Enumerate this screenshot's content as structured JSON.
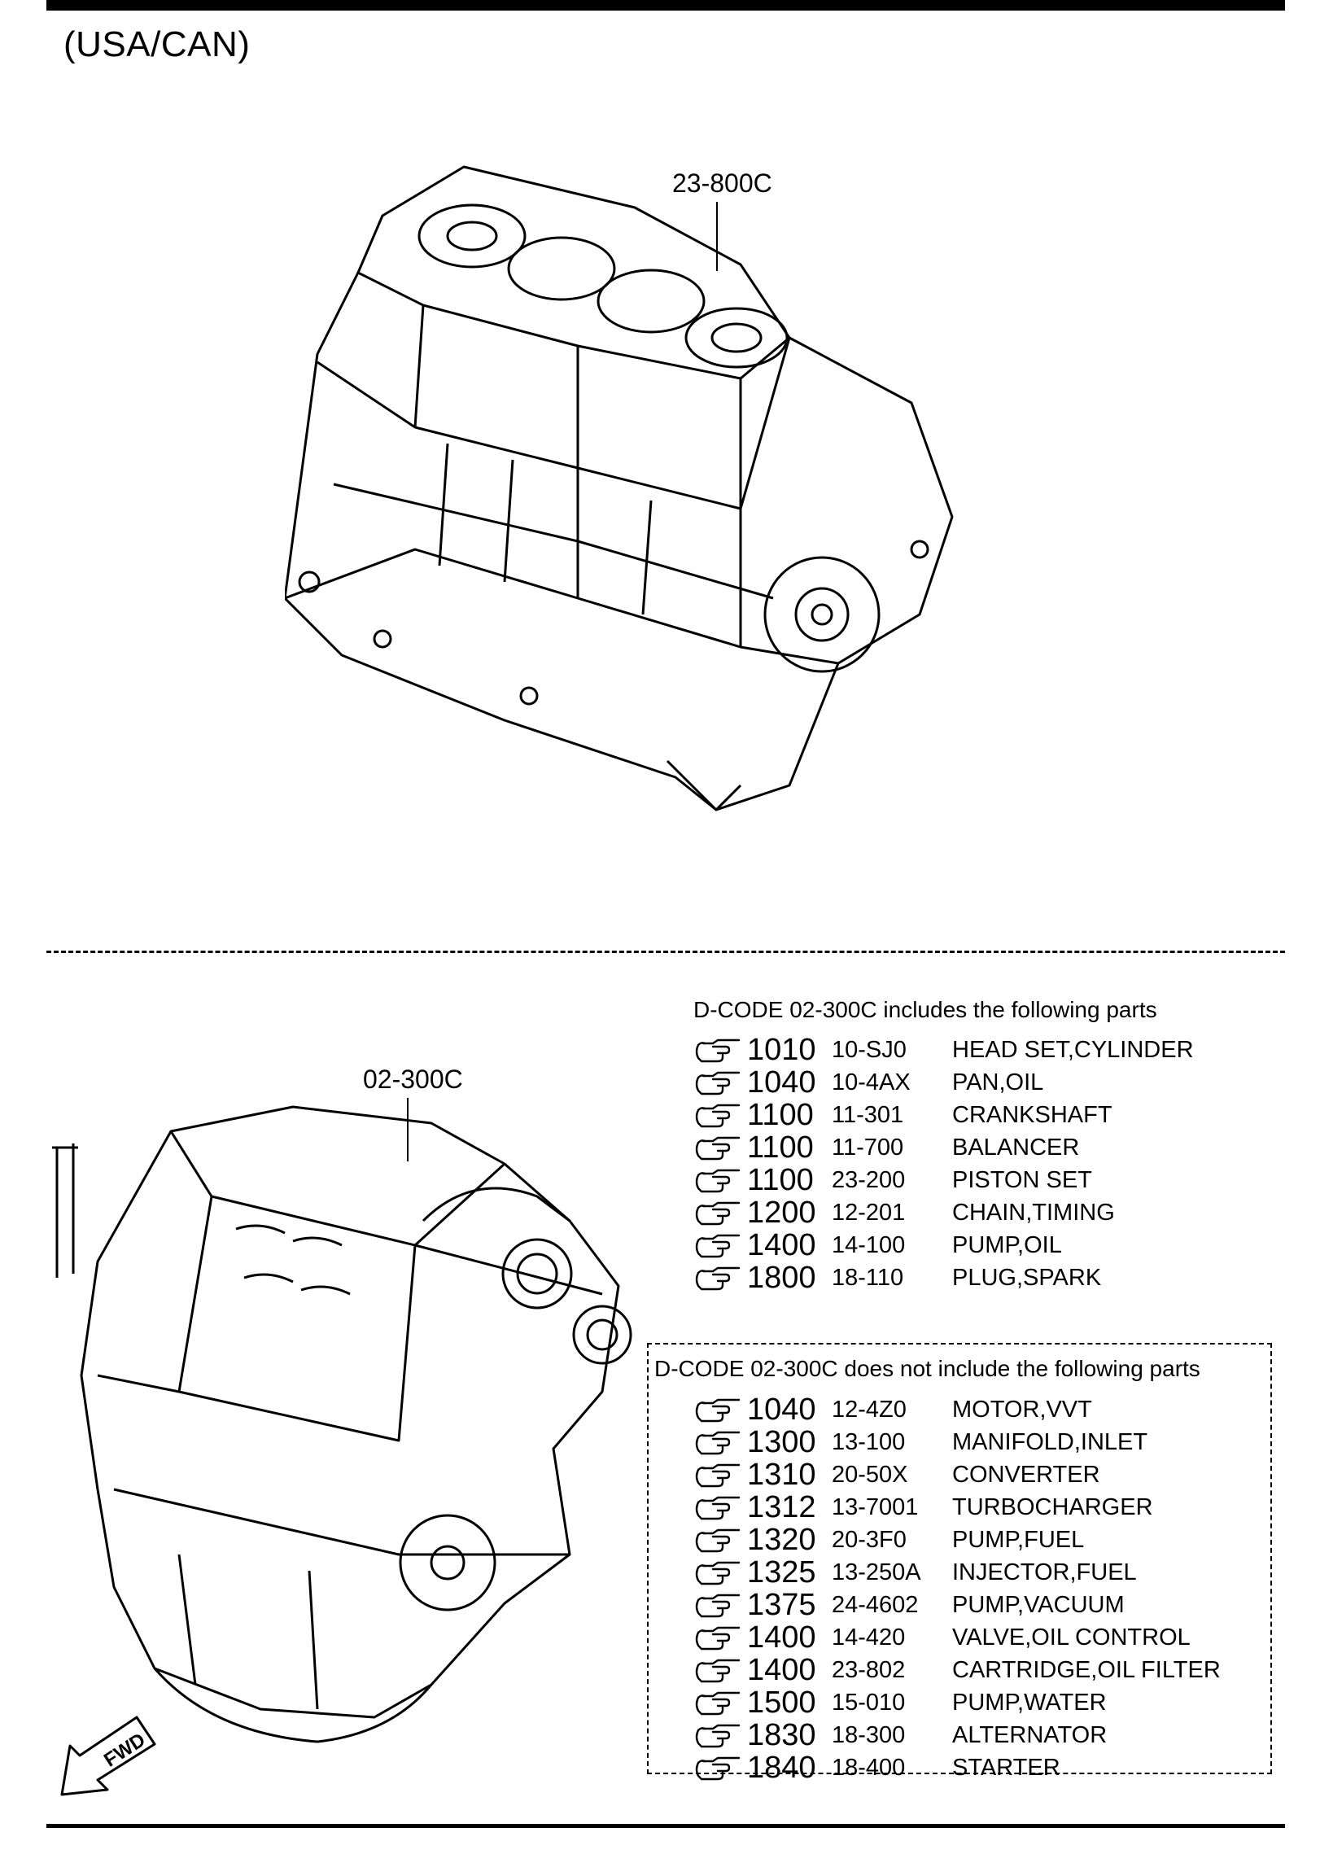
{
  "page": {
    "region": "(USA/CAN)"
  },
  "top_assembly": {
    "callout": "23-800C"
  },
  "bottom_assembly": {
    "callout": "02-300C"
  },
  "included": {
    "heading": "D-CODE 02-300C includes the following parts",
    "items": [
      {
        "group": "1010",
        "code": "10-SJ0",
        "name": "HEAD SET,CYLINDER"
      },
      {
        "group": "1040",
        "code": "10-4AX",
        "name": "PAN,OIL"
      },
      {
        "group": "1100",
        "code": "11-301",
        "name": "CRANKSHAFT"
      },
      {
        "group": "1100",
        "code": "11-700",
        "name": "BALANCER"
      },
      {
        "group": "1100",
        "code": "23-200",
        "name": "PISTON SET"
      },
      {
        "group": "1200",
        "code": "12-201",
        "name": "CHAIN,TIMING"
      },
      {
        "group": "1400",
        "code": "14-100",
        "name": "PUMP,OIL"
      },
      {
        "group": "1800",
        "code": "18-110",
        "name": "PLUG,SPARK"
      }
    ]
  },
  "excluded": {
    "heading": "D-CODE 02-300C does not include the following parts",
    "items": [
      {
        "group": "1040",
        "code": "12-4Z0",
        "name": "MOTOR,VVT"
      },
      {
        "group": "1300",
        "code": "13-100",
        "name": "MANIFOLD,INLET"
      },
      {
        "group": "1310",
        "code": "20-50X",
        "name": "CONVERTER"
      },
      {
        "group": "1312",
        "code": "13-7001",
        "name": "TURBOCHARGER"
      },
      {
        "group": "1320",
        "code": "20-3F0",
        "name": "PUMP,FUEL"
      },
      {
        "group": "1325",
        "code": "13-250A",
        "name": "INJECTOR,FUEL"
      },
      {
        "group": "1375",
        "code": "24-4602",
        "name": "PUMP,VACUUM"
      },
      {
        "group": "1400",
        "code": "14-420",
        "name": "VALVE,OIL CONTROL"
      },
      {
        "group": "1400",
        "code": "23-802",
        "name": "CARTRIDGE,OIL FILTER"
      },
      {
        "group": "1500",
        "code": "15-010",
        "name": "PUMP,WATER"
      },
      {
        "group": "1830",
        "code": "18-300",
        "name": "ALTERNATOR"
      },
      {
        "group": "1840",
        "code": "18-400",
        "name": "STARTER"
      }
    ]
  },
  "fwd_marker": {
    "label": "FWD"
  },
  "icons": {
    "reference": "pointing-hand-icon",
    "direction": "forward-arrow-icon"
  }
}
